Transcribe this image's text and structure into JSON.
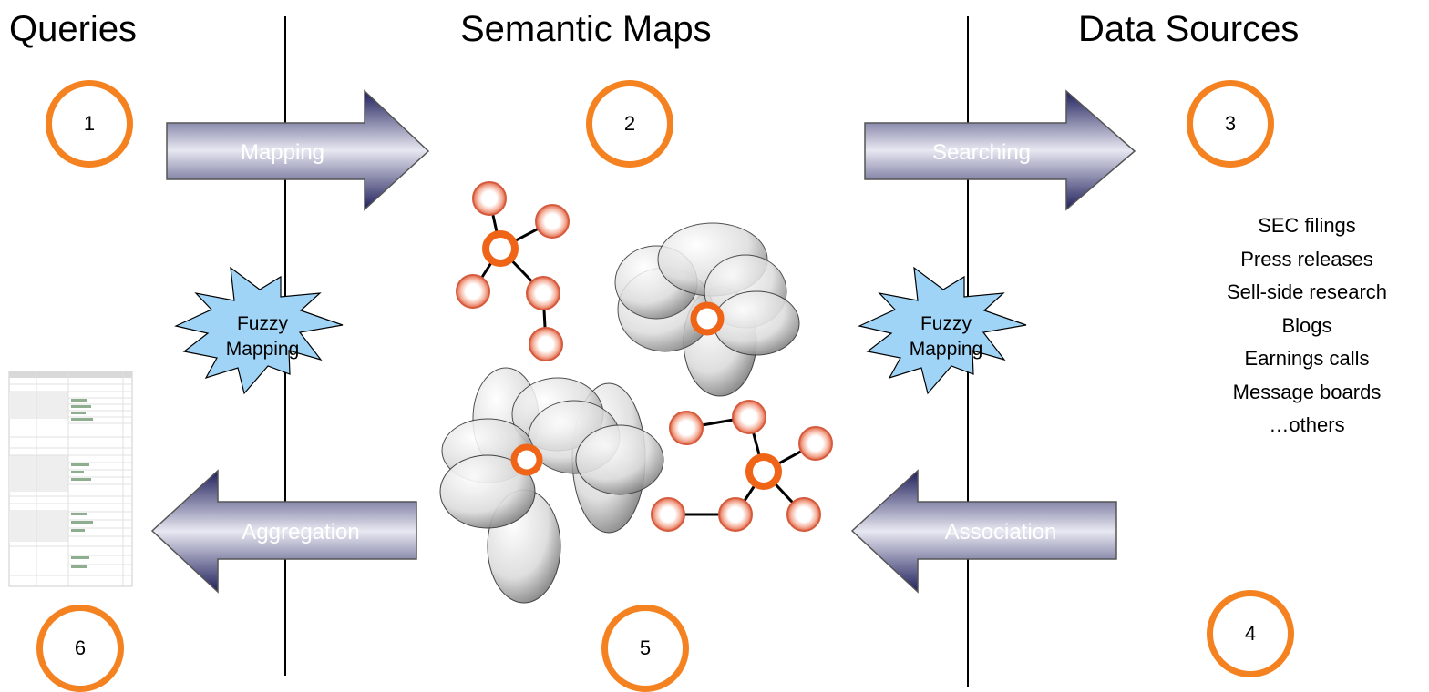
{
  "headings": {
    "queries": "Queries",
    "semantic_maps": "Semantic Maps",
    "data_sources": "Data Sources"
  },
  "steps": [
    "1",
    "2",
    "3",
    "4",
    "5",
    "6"
  ],
  "arrows": {
    "mapping": "Mapping",
    "searching": "Searching",
    "aggregation": "Aggregation",
    "association": "Association"
  },
  "fuzzy": {
    "left": [
      "Fuzzy",
      "Mapping"
    ],
    "right": [
      "Fuzzy",
      "Mapping"
    ]
  },
  "sources": [
    "SEC filings",
    "Press releases",
    "Sell-side research",
    "Blogs",
    "Earnings calls",
    "Message boards",
    "…others"
  ],
  "colors": {
    "accent_orange": "#f58220",
    "arrow_dark": "#1f1f5c",
    "arrow_light": "#e8e8f2",
    "burst_fill": "#9fd4f7",
    "node_fill": "#f2a08a"
  }
}
